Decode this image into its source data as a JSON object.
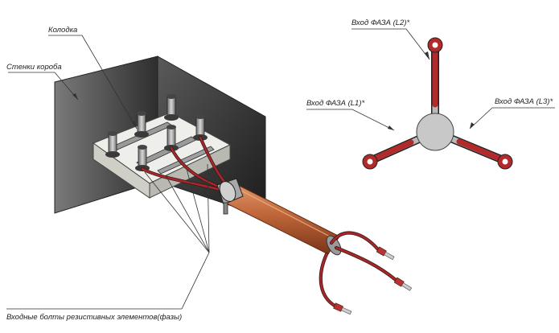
{
  "labels": {
    "block": "Колодка",
    "walls": "Стенки короба",
    "bolts": "Входные болты резистивных элементов(фазы)",
    "phase_l2": "Вход ФАЗА (L2)*",
    "phase_l1": "Вход ФАЗА (L1)*",
    "phase_l3": "Вход ФАЗА (L3)*"
  },
  "colors": {
    "wire_red": "#a8282a",
    "cable_orange": "#c0663a",
    "steel_gray": "#b8b8b8",
    "wall_dark": "#3a3a3a",
    "block_light": "#e2e2dc"
  }
}
